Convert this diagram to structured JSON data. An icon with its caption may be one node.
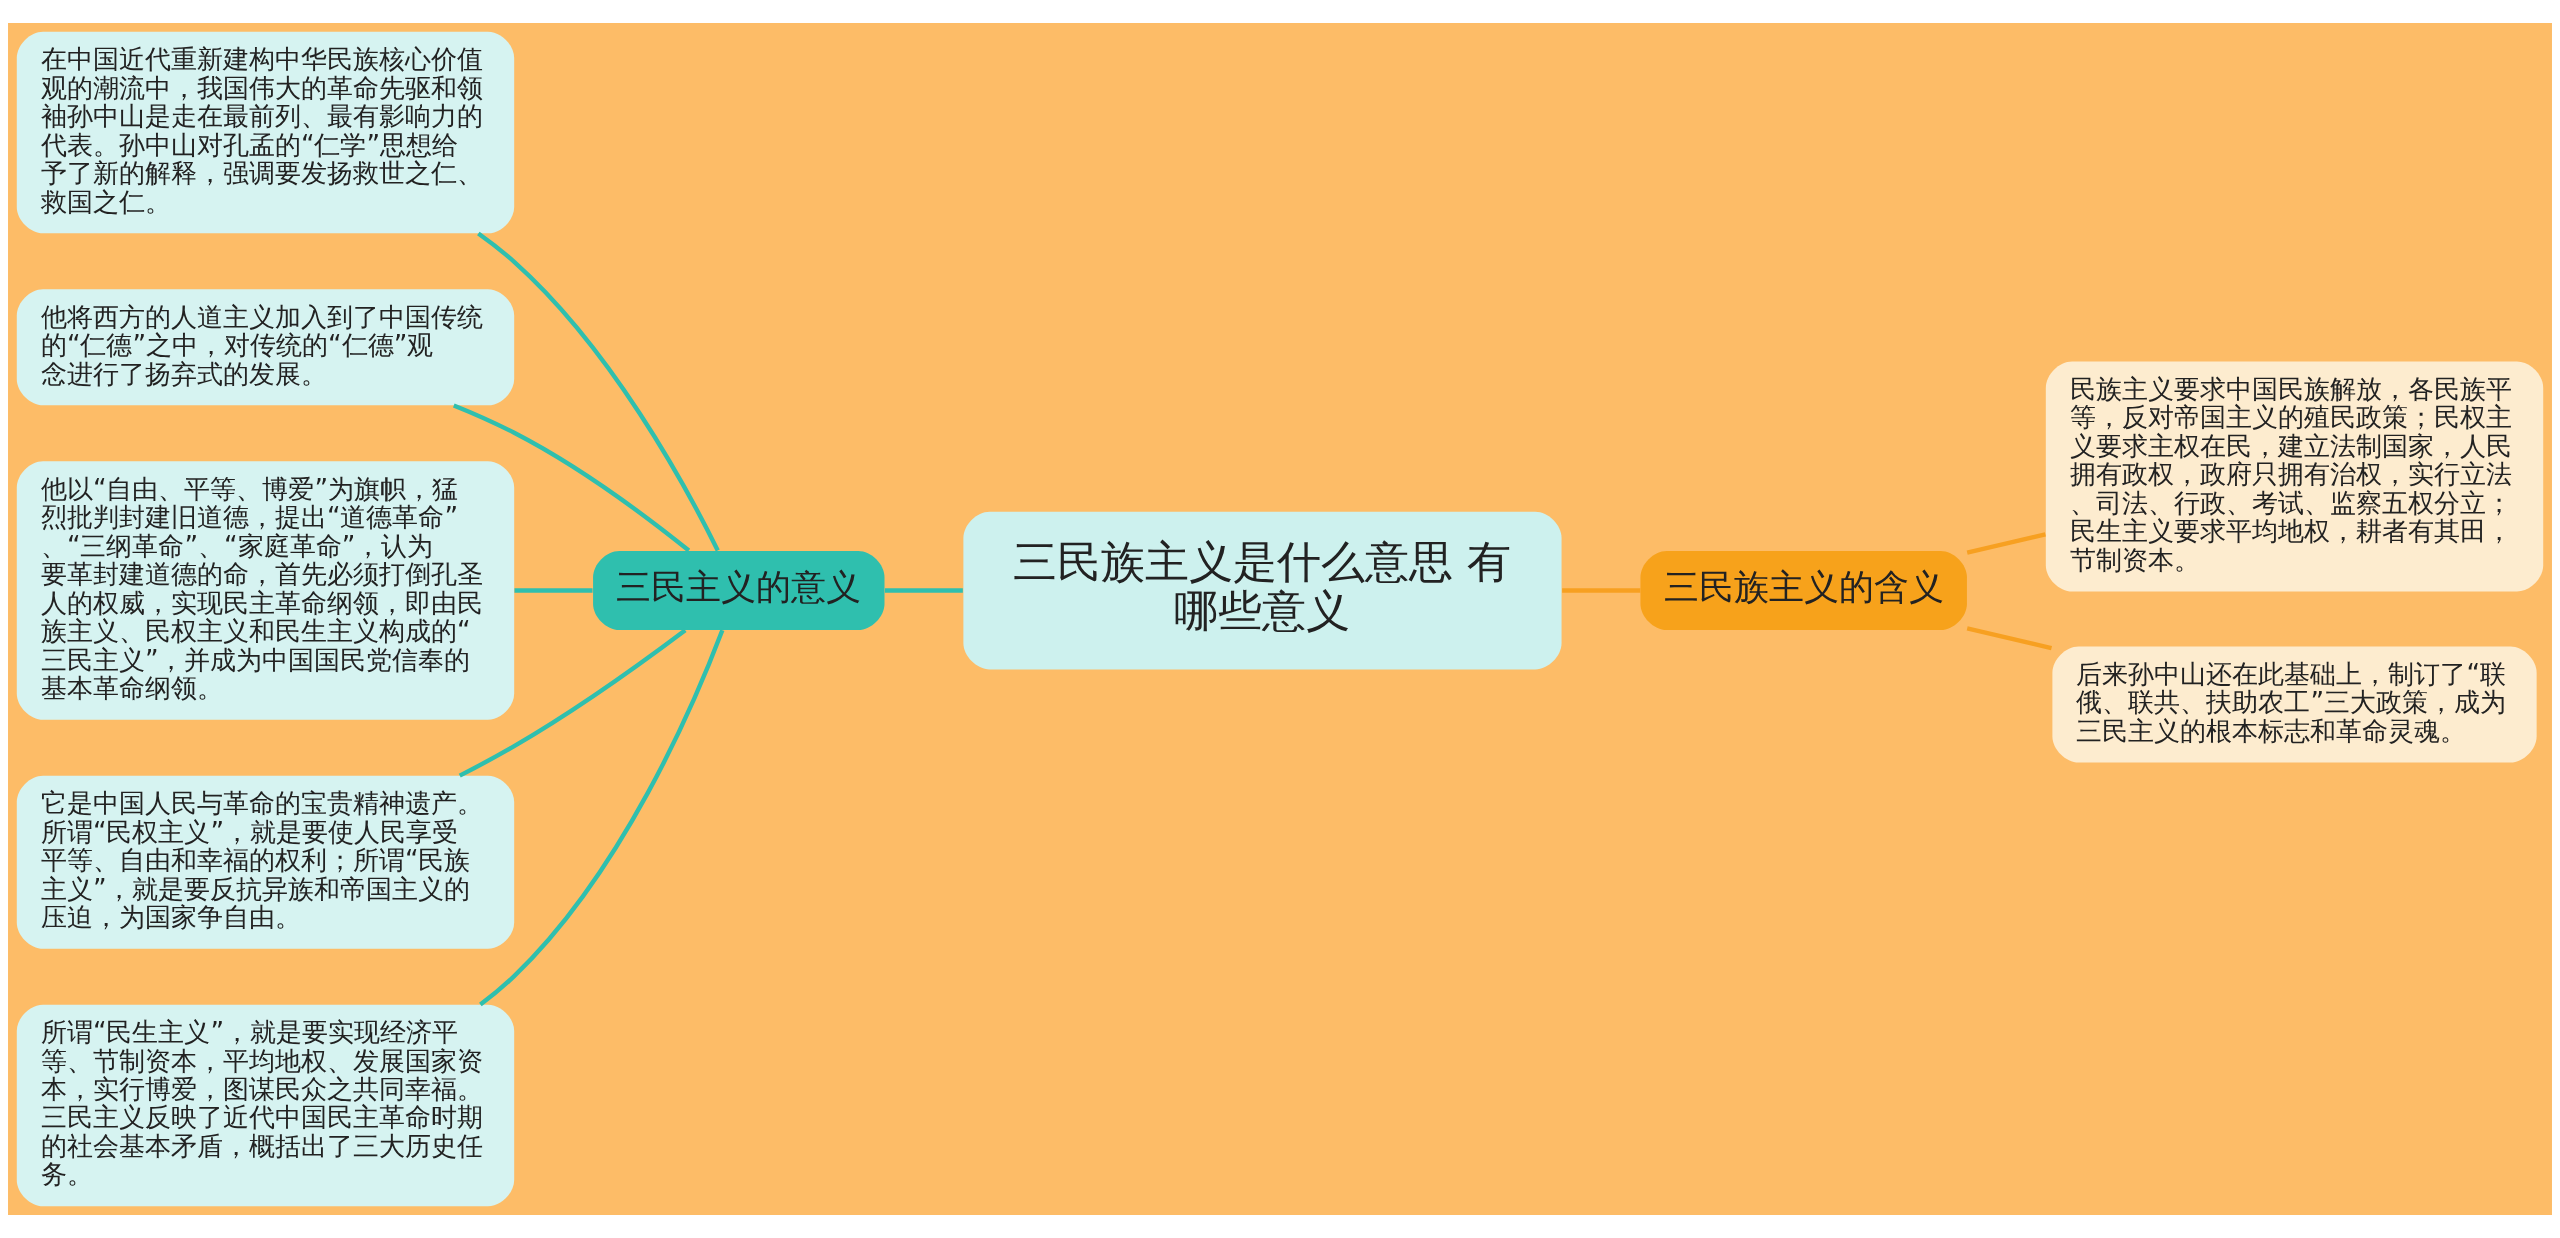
{
  "diagram": {
    "nodes": [
      {
        "text": [
          "三民族主义是什么意思 有哪些意义"
        ]
      },
      {
        "text": [
          "三民主义的意义"
        ]
      },
      {
        "text": [
          "在中国近代重新建构中华民族核心价值观的潮流中，我国伟大的革命先驱和领袖孙中山是走在最前列、最有影响力的代表。孙中山对孔孟的“仁学”思想给予了新的解释，强调要发扬救世之仁、救国之仁。"
        ]
      },
      {
        "text": [
          "他将西方的人道主义加入到了中国传统的“仁德”之中，对传统的“仁德”观念进行了扬弃式的发展。"
        ]
      },
      {
        "text": [
          "他以“自由、平等、博爱”为旗帜，猛烈批判封建旧道德，提出“道德革命”、“三纲革命”、“家庭革命”，认为要革封建道德的命，首先必须打倒孔圣人的权威，实现民主革命纲领，即由民族主义、民权主义和民生主义构成的“三民主义”，并成为中国国民党信奉的基本革命纲领。"
        ]
      },
      {
        "text": [
          "它是中国人民与革命的宝贵精神遗产。所谓“民权主义”，就是要使人民享受平等、自由和幸福的权利；所谓“民族主义”，就是要反抗异族和帝国主义的压迫，为国家争自由。"
        ]
      },
      {
        "text": [
          "所谓“民生主义”，就是要实现经济平等、节制资本，平均地权、发展国家资本，实行博爱，图谋民众之共同幸福。三民主义反映了近代中国民主革命时期的社会基本矛盾，概括出了三大历史任务。"
        ]
      },
      {
        "text": [
          "三民族主义的含义"
        ]
      },
      {
        "text": [
          "民族主义要求中国民族解放，各民族平等，反对帝国主义的殖民政策；民权主义要求主权在民，建立法制国家，人民拥有政权，政府只拥有治权，实行立法、司法、行政、考试、监察五权分立；民生主义要求平均地权，耕者有其田，节制资本。"
        ]
      },
      {
        "text": [
          "后来孙中山还在此基础上，制订了“联俄、联共、扶助农工”三大政策，成为三民主义的根本标志和革命灵魂。"
        ]
      }
    ],
    "edges": [
      {
        "from": 0,
        "to": 1,
        "arrow": "none",
        "color": "#2fbfae"
      },
      {
        "from": 1,
        "to": 2,
        "arrow": "none",
        "color": "#2fbfae"
      },
      {
        "from": 1,
        "to": 3,
        "arrow": "none",
        "color": "#2fbfae"
      },
      {
        "from": 1,
        "to": 4,
        "arrow": "none",
        "color": "#2fbfae"
      },
      {
        "from": 1,
        "to": 5,
        "arrow": "none",
        "color": "#2fbfae"
      },
      {
        "from": 1,
        "to": 6,
        "arrow": "none",
        "color": "#2fbfae"
      },
      {
        "from": 0,
        "to": 7,
        "arrow": "none",
        "color": "#f7a021"
      },
      {
        "from": 7,
        "to": 8,
        "arrow": "none",
        "color": "#f7a021"
      },
      {
        "from": 7,
        "to": 9,
        "arrow": "none",
        "color": "#f7a021"
      }
    ]
  }
}
